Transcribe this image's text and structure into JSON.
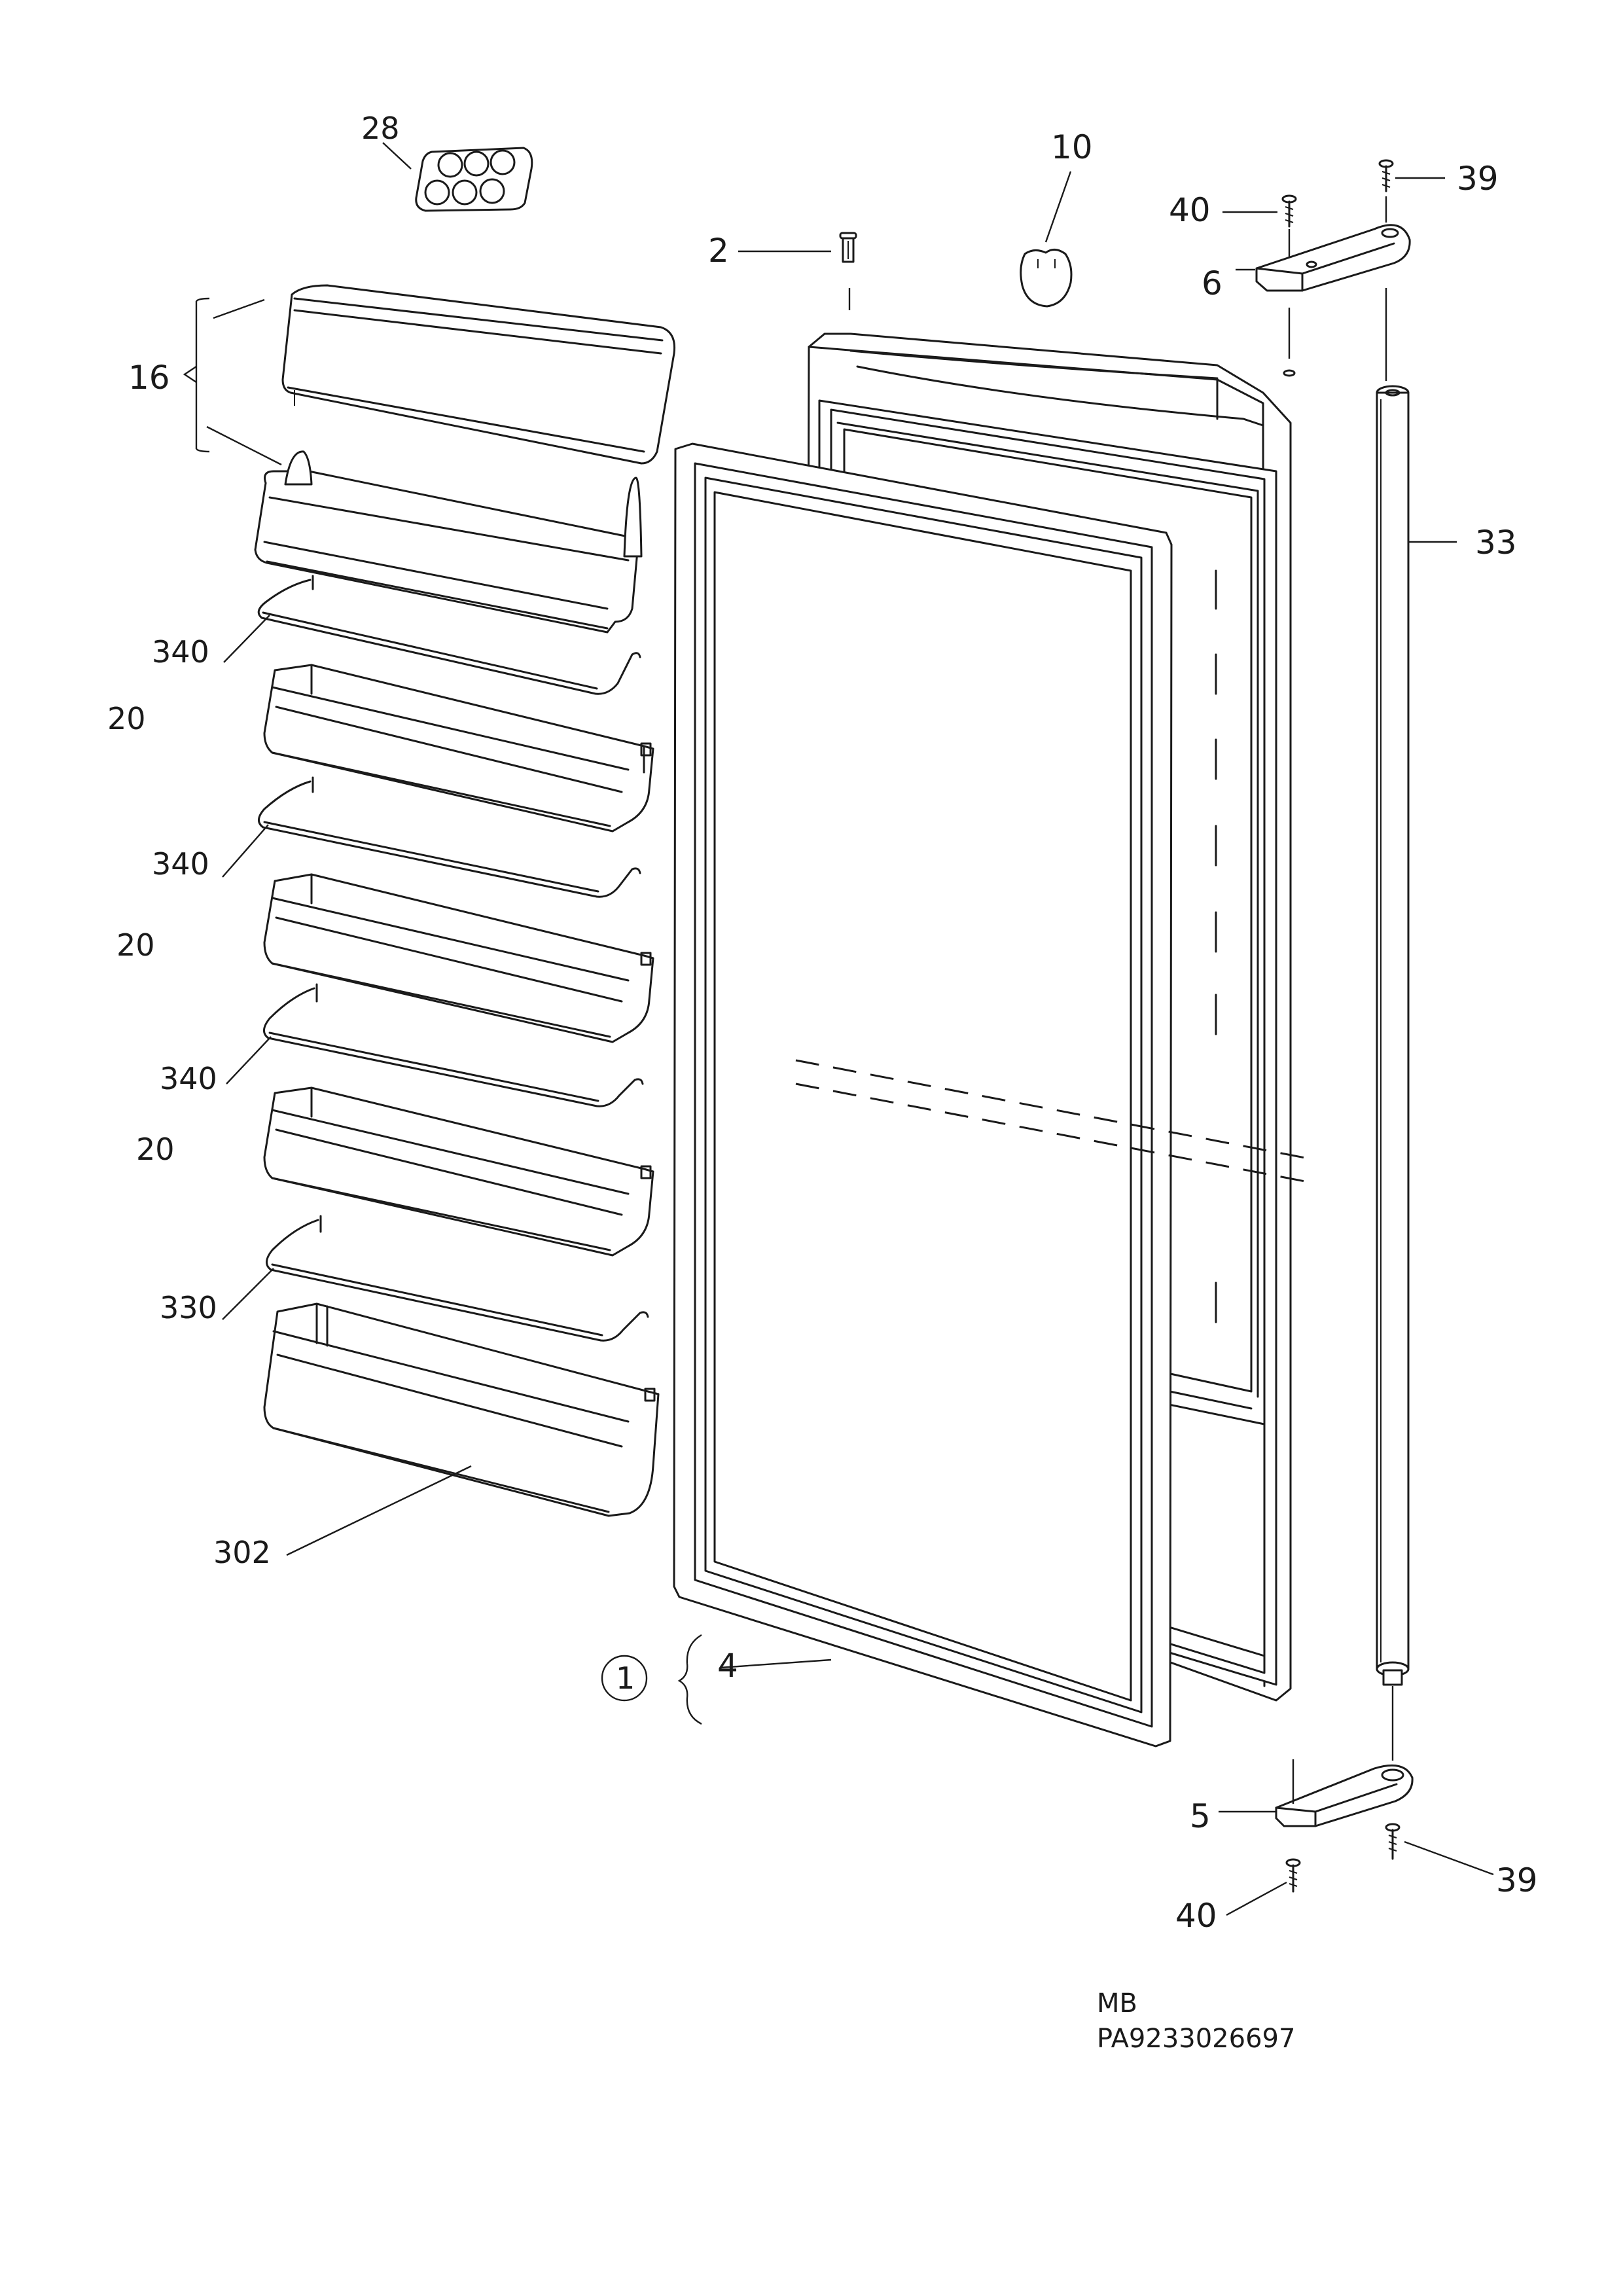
{
  "labels": {
    "l28": "28",
    "l10": "10",
    "l2": "2",
    "l40a": "40",
    "l39a": "39",
    "l6": "6",
    "l16": "16",
    "l33": "33",
    "l340a": "340",
    "l20a": "20",
    "l340b": "340",
    "l20b": "20",
    "l340c": "340",
    "l20c": "20",
    "l330": "330",
    "l302": "302",
    "l1": "1",
    "l4": "4",
    "l5": "5",
    "l39b": "39",
    "l40b": "40"
  },
  "footer": {
    "line1": "MB",
    "line2": "PA9233026697"
  }
}
